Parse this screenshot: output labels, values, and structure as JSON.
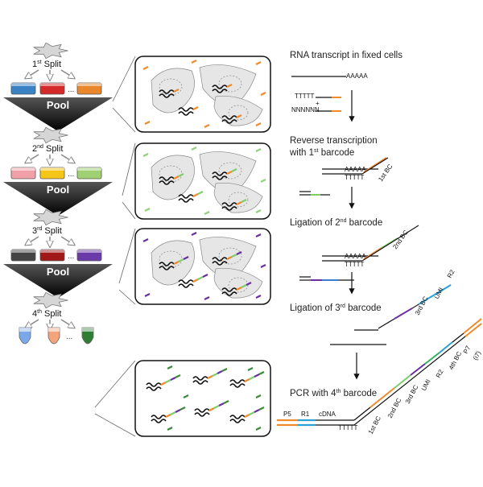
{
  "splits": [
    {
      "num": "1",
      "sup": "st",
      "word": "Split",
      "colors": [
        "#3b82c4",
        "#d42a2a",
        "#e8872b"
      ],
      "mark": "#f08a2a"
    },
    {
      "num": "2",
      "sup": "nd",
      "word": "Split",
      "colors": [
        "#f2a0a8",
        "#f5c518",
        "#9fd071"
      ],
      "mark": "#8fd07a"
    },
    {
      "num": "3",
      "sup": "rd",
      "word": "Split",
      "colors": [
        "#444444",
        "#a01818",
        "#6a3aa8"
      ],
      "mark": "#6a2fa0"
    },
    {
      "num": "4",
      "sup": "th",
      "word": "Split",
      "colors": [
        "#7aa8e8",
        "#f5a37a",
        "#2e7d32"
      ],
      "mark": "#3a8a3a"
    }
  ],
  "pool_label": "Pool",
  "dots": "...",
  "steps": {
    "s1": "RNA transcript in fixed cells",
    "s2a": "Reverse transcription",
    "s2b": "with 1",
    "s2b_sup": "st",
    "s2b_end": " barcode",
    "s3": "Ligation of 2",
    "s3_sup": "nd",
    "s3_end": " barcode",
    "s4": "Ligation of 3",
    "s4_sup": "rd",
    "s4_end": " barcode",
    "s5": "PCR with 4",
    "s5_sup": "th",
    "s5_end": " barcode"
  },
  "seq": {
    "polyA": "AAAAA",
    "polyT": "TTTTT",
    "randN": "NNNNNN",
    "plus": "+",
    "bc1": "1st BC",
    "bc2": "2nd BC",
    "bc3": "3rd BC",
    "bc4": "4th BC",
    "umi": "UMI",
    "r2": "R2",
    "p5": "P5",
    "r1": "R1",
    "cdna": "cDNA",
    "p7": "P7",
    "i7": "(i7)"
  },
  "colors": {
    "orange": "#f08a2a",
    "green": "#7ccf6a",
    "purple": "#6a2fa0",
    "blue": "#3a7bd5",
    "red": "#e03030",
    "umi": "#2fb35a",
    "r2": "#29a3d6",
    "p5": "#f08a2a",
    "r1": "#29a3d6",
    "p7": "#f08a2a"
  }
}
